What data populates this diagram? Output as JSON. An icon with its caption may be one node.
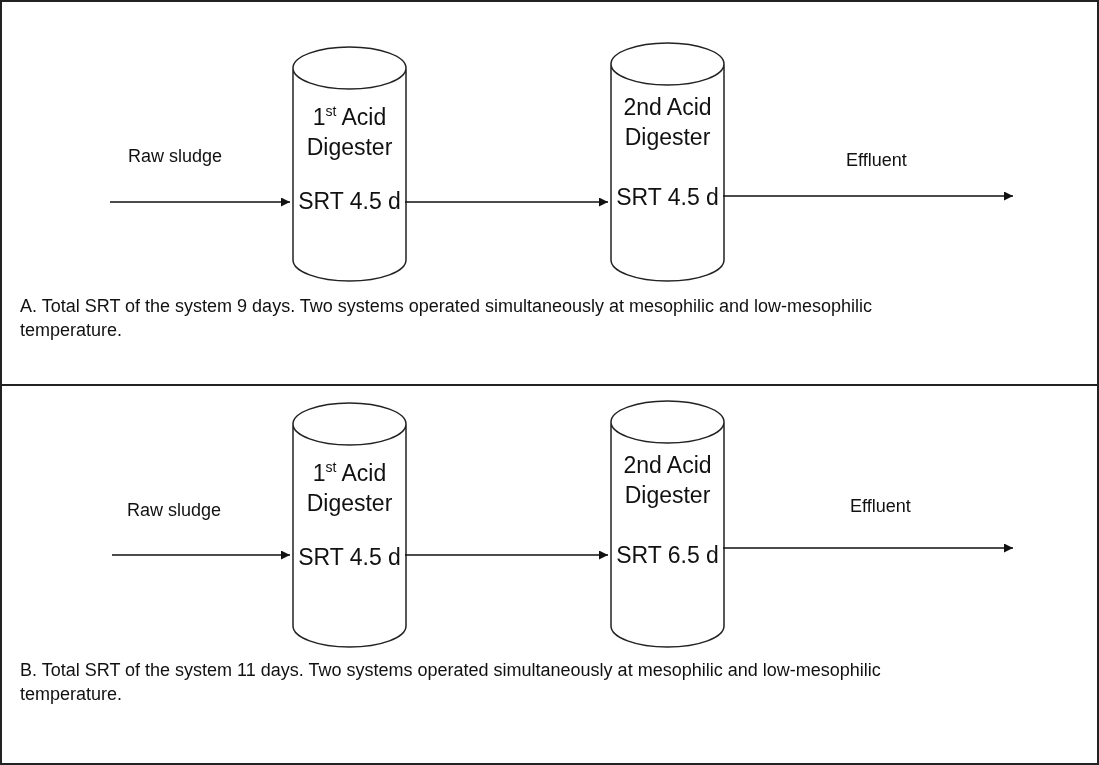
{
  "diagram": {
    "nodes": [
      {
        "text": [
          "A. Total SRT of the system 9 days. Two systems operated simultaneously at mesophilic and low-mesophilic temperature."
        ]
      },
      {
        "text": [
          "1$^{st}$ Acid Digester",
          "SRT 4.5 d"
        ],
        "in": 0
      },
      {
        "text": [
          "2nd Acid Digester",
          "SRT 4.5 d"
        ],
        "in": 0
      },
      {
        "text": [
          "B. Total SRT of the system 11 days. Two systems operated simultaneously at mesophilic and low-mesophilic temperature."
        ]
      },
      {
        "text": [
          "1$^{st}$ Acid Digester",
          "SRT 4.5 d"
        ],
        "in": 3
      },
      {
        "text": [
          "2nd Acid Digester",
          "SRT 6.5 d"
        ],
        "in": 3
      }
    ],
    "edges": [
      {
        "from": null,
        "to": 1,
        "arrow": "to",
        "label": "Raw sludge"
      },
      {
        "from": 1,
        "to": 2,
        "arrow": "to"
      },
      {
        "from": 2,
        "to": null,
        "arrow": "to",
        "label": "Effluent"
      },
      {
        "from": null,
        "to": 4,
        "arrow": "to",
        "label": "Raw sludge"
      },
      {
        "from": 4,
        "to": 5,
        "arrow": "to"
      },
      {
        "from": 5,
        "to": null,
        "arrow": "to",
        "label": "Effluent"
      }
    ]
  }
}
